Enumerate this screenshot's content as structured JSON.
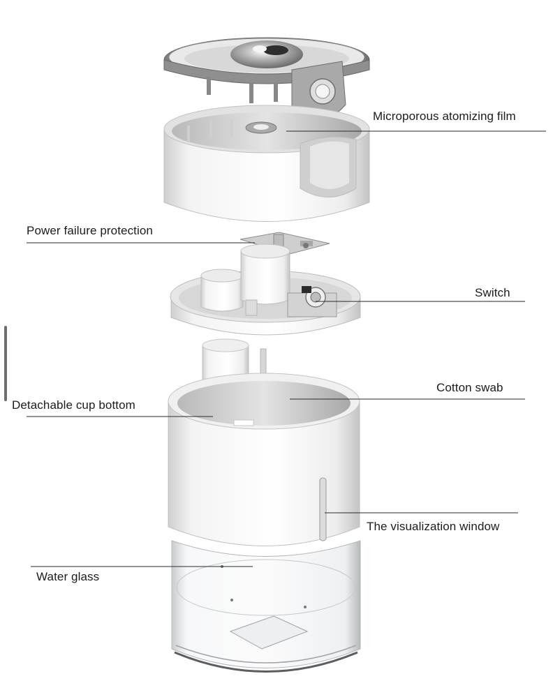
{
  "labels": {
    "microporous": "Microporous atomizing film",
    "power_failure": "Power failure protection",
    "switch": "Switch",
    "cotton_swab": "Cotton swab",
    "detachable": "Detachable cup bottom",
    "visualization": "The visualization window",
    "water_glass": "Water glass"
  },
  "colors": {
    "body_white": "#ffffff",
    "body_shadow": "#d9d9d9",
    "metal": "#9a9a9a",
    "line": "#2a2a2a",
    "glass": "#f4f5f6"
  }
}
